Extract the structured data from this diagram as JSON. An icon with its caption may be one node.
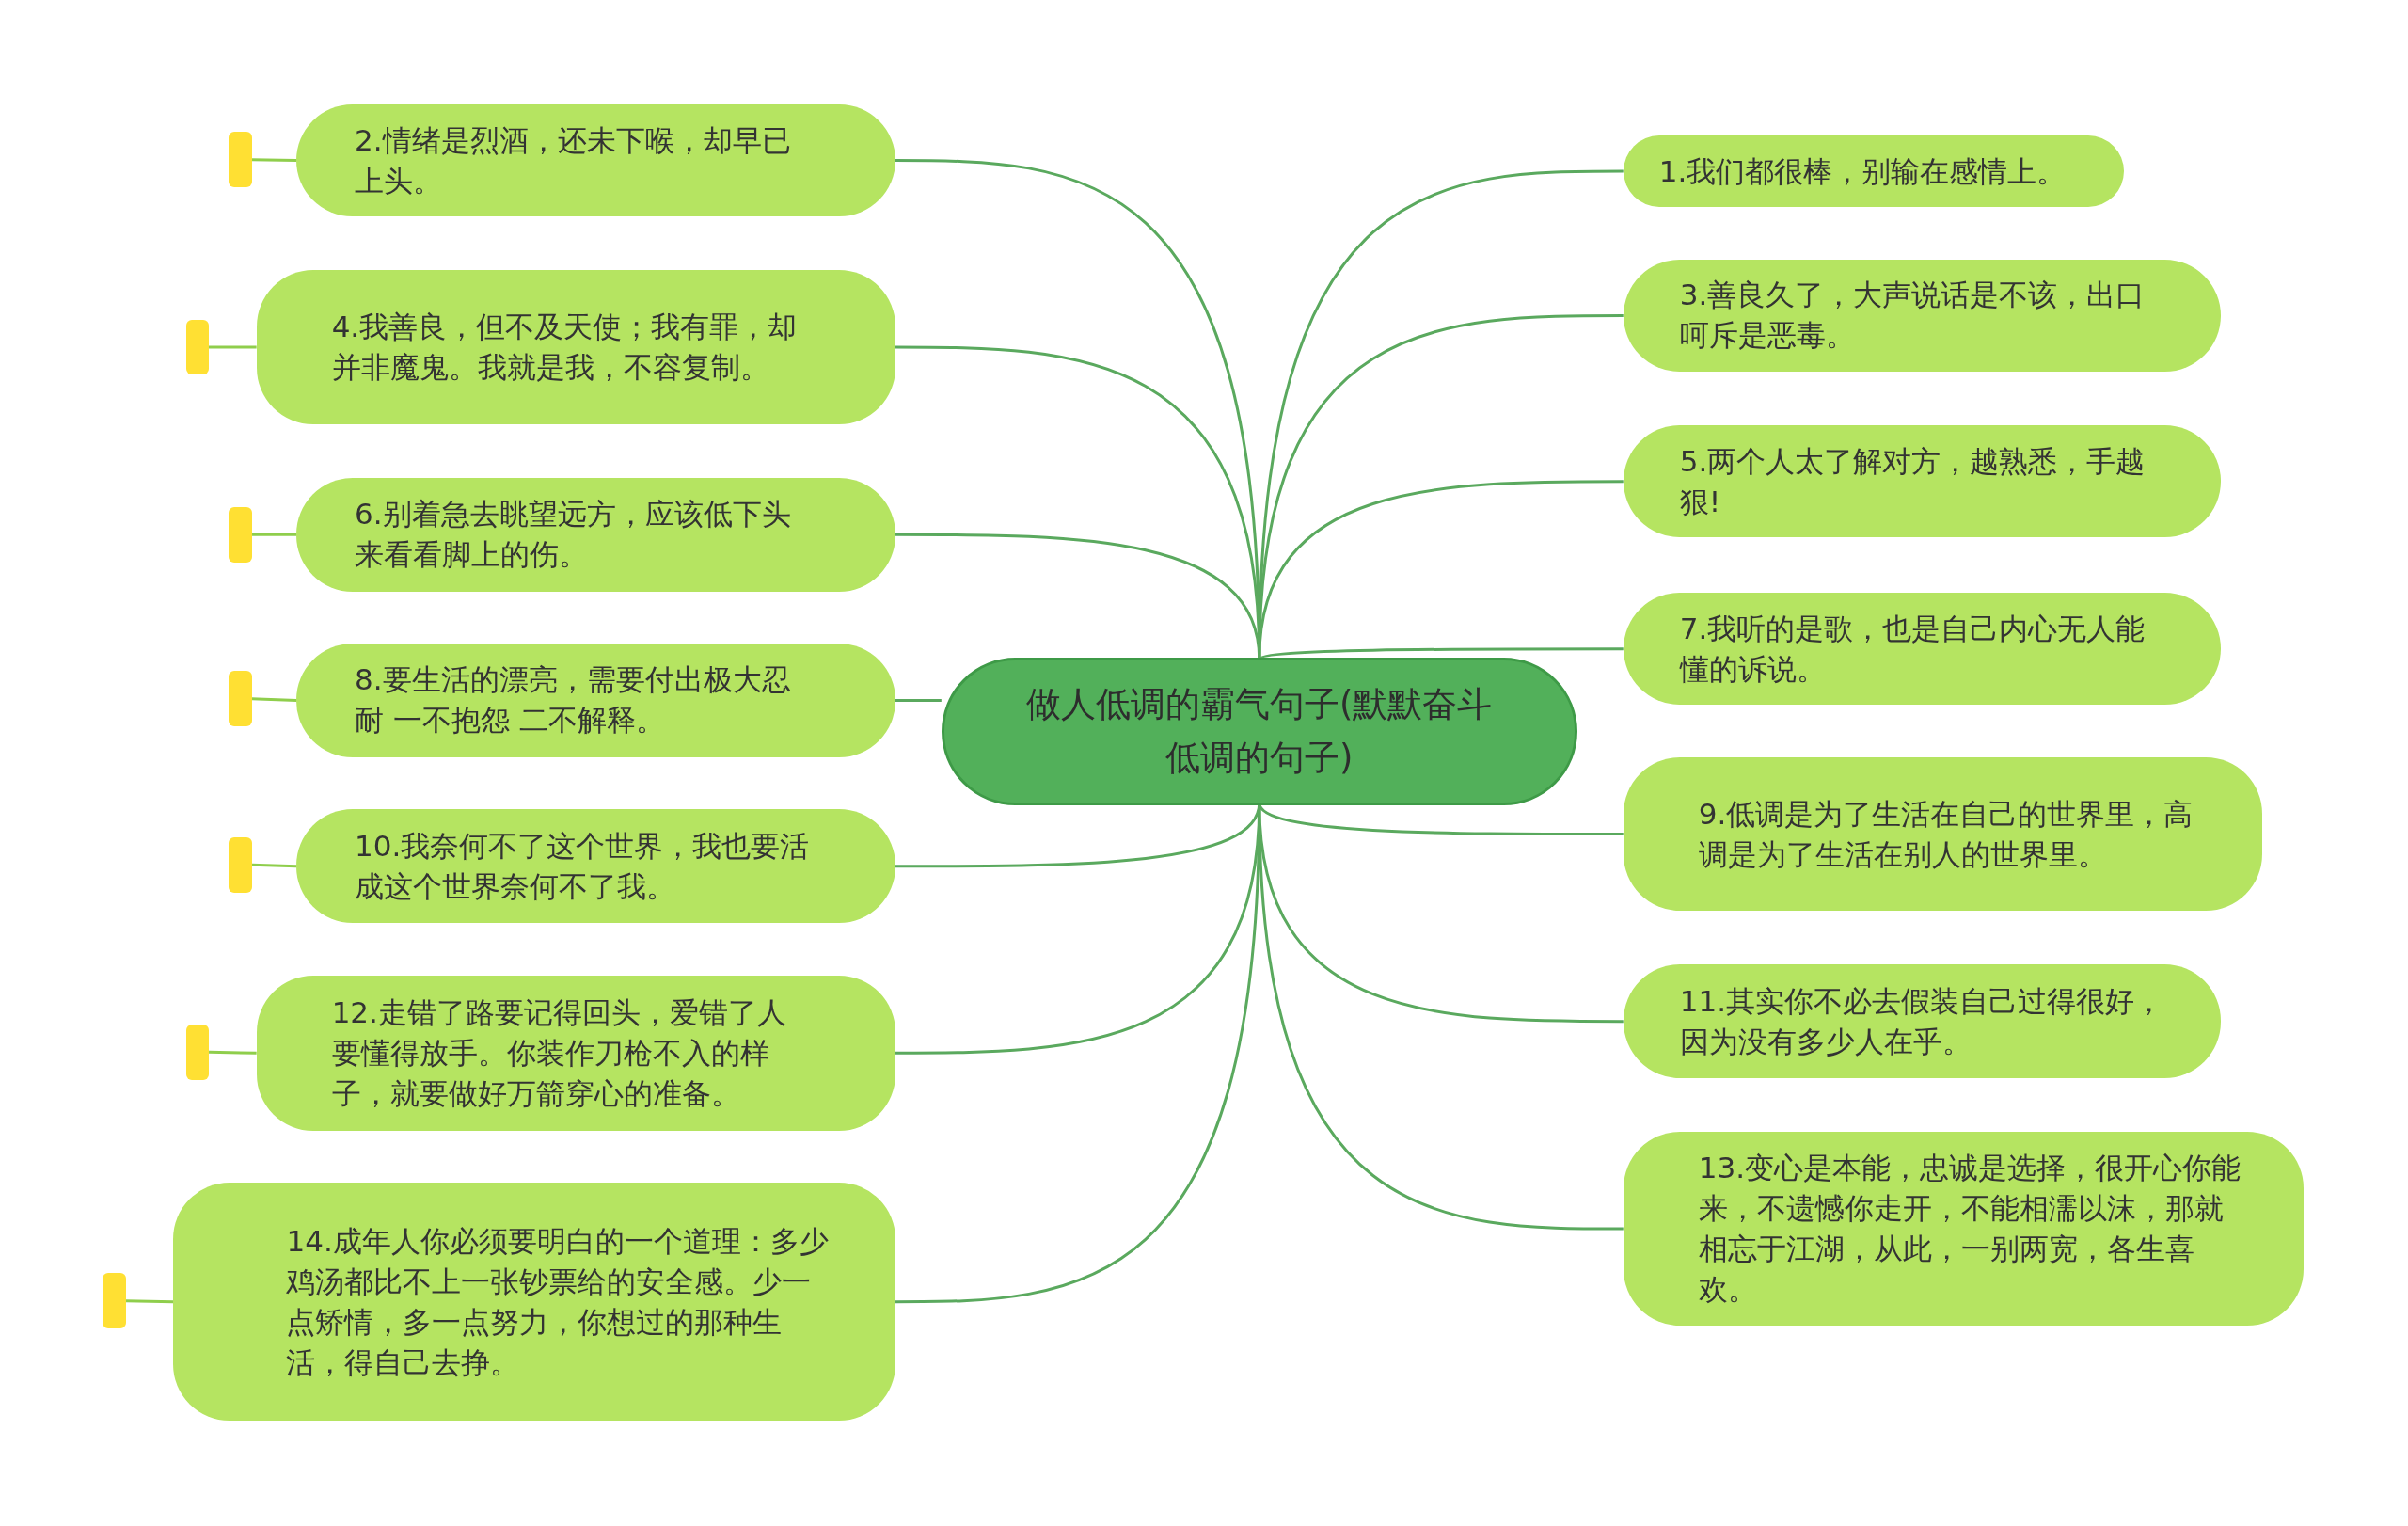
{
  "diagram": {
    "nodes": [
      {
        "text": [
          "做人低调的霸气句子(默默奋斗低调的句子)"
        ]
      },
      {
        "text": [
          "1.我们都很棒，别输在感情上。"
        ]
      },
      {
        "text": [
          "2.情绪是烈酒，还未下喉，却早已上头。"
        ]
      },
      {
        "text": [
          "3.善良久了，大声说话是不该，出口呵斥是恶毒。"
        ]
      },
      {
        "text": [
          "4.我善良，但不及天使；我有罪，却并非魔鬼。我就是我，不容复制。"
        ]
      },
      {
        "text": [
          "5.两个人太了解对方，越熟悉，手越狠!"
        ]
      },
      {
        "text": [
          "6.别着急去眺望远方，应该低下头来看看脚上的伤。"
        ]
      },
      {
        "text": [
          "7.我听的是歌，也是自己内心无人能懂的诉说。"
        ]
      },
      {
        "text": [
          "8.要生活的漂亮，需要付出极大忍耐 一不抱怨 二不解释。"
        ]
      },
      {
        "text": [
          "9.低调是为了生活在自己的世界里，高调是为了生活在别人的世界里。"
        ]
      },
      {
        "text": [
          "10.我奈何不了这个世界，我也要活成这个世界奈何不了我。"
        ]
      },
      {
        "text": [
          "11.其实你不必去假装自己过得很好，因为没有多少人在乎。"
        ]
      },
      {
        "text": [
          "12.走错了路要记得回头，爱错了人要懂得放手。你装作刀枪不入的样子，就要做好万箭穿心的准备。"
        ]
      },
      {
        "text": [
          "13.变心是本能，忠诚是选择，很开心你能来，不遗憾你走开，不能相濡以沫，那就相忘于江湖，从此，一别两宽，各生喜欢。"
        ]
      },
      {
        "text": [
          "14.成年人你必须要明白的一个道理：多少鸡汤都比不上一张钞票给的安全感。少一点矫情，多一点努力，你想过的那种生活，得自己去挣。"
        ]
      },
      {
        "text": [],
        "shape": "bar"
      },
      {
        "text": [],
        "shape": "bar"
      },
      {
        "text": [],
        "shape": "bar"
      },
      {
        "text": [],
        "shape": "bar"
      },
      {
        "text": [],
        "shape": "bar"
      },
      {
        "text": [],
        "shape": "bar"
      },
      {
        "text": [],
        "shape": "bar"
      }
    ],
    "edges": [
      {
        "from": 0,
        "to": 1,
        "arrow": "none"
      },
      {
        "from": 0,
        "to": 2,
        "arrow": "none"
      },
      {
        "from": 0,
        "to": 3,
        "arrow": "none"
      },
      {
        "from": 0,
        "to": 4,
        "arrow": "none"
      },
      {
        "from": 0,
        "to": 5,
        "arrow": "none"
      },
      {
        "from": 0,
        "to": 6,
        "arrow": "none"
      },
      {
        "from": 0,
        "to": 7,
        "arrow": "none"
      },
      {
        "from": 0,
        "to": 8,
        "arrow": "none"
      },
      {
        "from": 0,
        "to": 9,
        "arrow": "none"
      },
      {
        "from": 0,
        "to": 10,
        "arrow": "none"
      },
      {
        "from": 0,
        "to": 11,
        "arrow": "none"
      },
      {
        "from": 0,
        "to": 12,
        "arrow": "none"
      },
      {
        "from": 0,
        "to": 13,
        "arrow": "none"
      },
      {
        "from": 0,
        "to": 14,
        "arrow": "none"
      },
      {
        "from": 15,
        "to": 2,
        "arrow": "none"
      },
      {
        "from": 16,
        "to": 4,
        "arrow": "none"
      },
      {
        "from": 17,
        "to": 6,
        "arrow": "none"
      },
      {
        "from": 18,
        "to": 8,
        "arrow": "none"
      },
      {
        "from": 19,
        "to": 10,
        "arrow": "none"
      },
      {
        "from": 20,
        "to": 12,
        "arrow": "none"
      },
      {
        "from": 21,
        "to": 14,
        "arrow": "none"
      }
    ]
  }
}
